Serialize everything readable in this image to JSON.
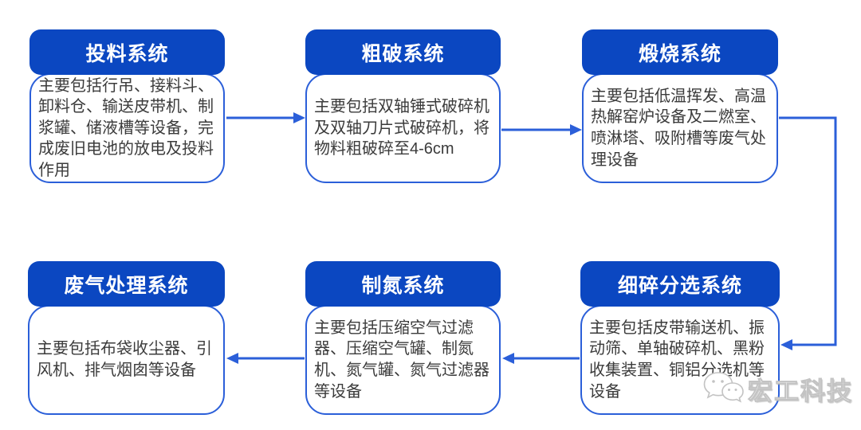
{
  "colors": {
    "primary": "#0b47c1",
    "line": "#2b5fd9",
    "title_text": "#ffffff",
    "body_text": "#3b3b3b",
    "watermark_gray": "#c3c3c3",
    "background": "#ffffff"
  },
  "nodes": [
    {
      "id": "feeding-system",
      "title": "投料系统",
      "body": "主要包括行吊、接料斗、卸料仓、输送皮带机、制浆罐、储液槽等设备，完成废旧电池的放电及投料作用"
    },
    {
      "id": "coarse-crushing",
      "title": "粗破系统",
      "body": "主要包括双轴锤式破碎机及双轴刀片式破碎机，将物料粗破碎至4-6cm"
    },
    {
      "id": "calcination-system",
      "title": "煅烧系统",
      "body": "主要包括低温挥发、高温热解窑炉设备及二燃室、喷淋塔、吸附槽等废气处理设备"
    },
    {
      "id": "waste-gas-treatment",
      "title": "废气处理系统",
      "body": "主要包括布袋收尘器、引风机、排气烟囱等设备"
    },
    {
      "id": "nitrogen-system",
      "title": "制氮系统",
      "body": "主要包括压缩空气过滤器、压缩空气罐、制氮机、氮气罐、氮气过滤器等设备"
    },
    {
      "id": "fine-crush-sorting",
      "title": "细碎分选系统",
      "body": "主要包括皮带输送机、振动筛、单轴破碎机、黑粉收集装置、铜铝分选机等设备"
    }
  ],
  "edges": [
    {
      "from": "投料系统",
      "to": "粗破系统"
    },
    {
      "from": "粗破系统",
      "to": "煅烧系统"
    },
    {
      "from": "煅烧系统",
      "to": "细碎分选系统"
    },
    {
      "from": "细碎分选系统",
      "to": "制氮系统"
    },
    {
      "from": "制氮系统",
      "to": "废气处理系统"
    }
  ],
  "watermark": {
    "brand": "宏工科技",
    "icon": "wechat-icon"
  }
}
